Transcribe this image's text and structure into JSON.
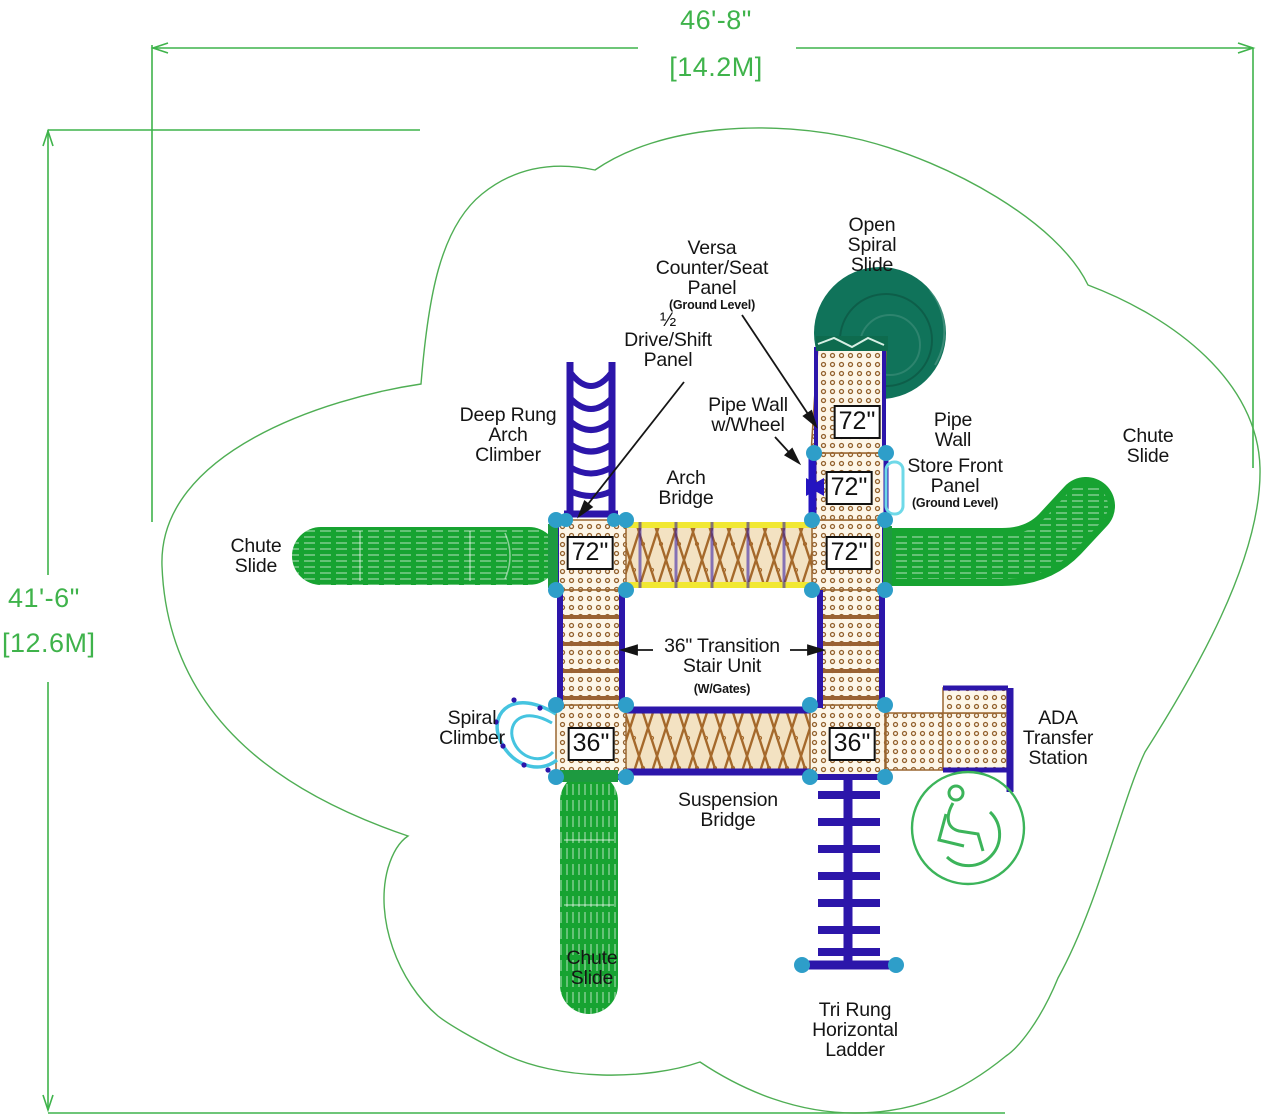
{
  "title": "Playground Layout Plan",
  "dimensions": {
    "width_ft": "46'-8\"",
    "width_m": "[14.2M]",
    "height_ft": "41'-6\"",
    "height_m": "[12.6M]"
  },
  "labels": {
    "open_spiral_slide": {
      "lines": [
        "Open",
        "Spiral",
        "Slide"
      ]
    },
    "versa_panel": {
      "lines": [
        "Versa",
        "Counter/Seat",
        "Panel"
      ],
      "note": "(Ground Level)"
    },
    "drive_shift": {
      "lines": [
        "½",
        "Drive/Shift",
        "Panel"
      ]
    },
    "deep_rung": {
      "lines": [
        "Deep Rung",
        "Arch",
        "Climber"
      ]
    },
    "pipe_wall_wheel": {
      "lines": [
        "Pipe Wall",
        "w/Wheel"
      ]
    },
    "pipe_wall": {
      "lines": [
        "Pipe",
        "Wall"
      ]
    },
    "store_front": {
      "lines": [
        "Store Front",
        "Panel"
      ],
      "note": "(Ground Level)"
    },
    "chute_slide_right": {
      "lines": [
        "Chute",
        "Slide"
      ]
    },
    "chute_slide_left": {
      "lines": [
        "Chute",
        "Slide"
      ]
    },
    "chute_slide_bottom": {
      "lines": [
        "Chute",
        "Slide"
      ]
    },
    "arch_bridge": {
      "lines": [
        "Arch",
        "Bridge"
      ]
    },
    "transition_stair": {
      "lines": [
        "36\" Transition",
        "Stair Unit"
      ],
      "note": "(W/Gates)"
    },
    "spiral_climber": {
      "lines": [
        "Spiral",
        "Climber"
      ]
    },
    "ada_transfer": {
      "lines": [
        "ADA",
        "Transfer",
        "Station"
      ]
    },
    "suspension_bridge": {
      "lines": [
        "Suspension",
        "Bridge"
      ]
    },
    "tri_rung": {
      "lines": [
        "Tri Rung",
        "Horizontal",
        "Ladder"
      ]
    }
  },
  "deck_labels": {
    "d72_left": "72\"",
    "d72_mid": "72\"",
    "d72_upper": "72\"",
    "d72_top": "72\"",
    "d36_left": "36\"",
    "d36_right": "36\""
  },
  "colors": {
    "dimension_green": "#3fb34b",
    "slide_green": "#17a331",
    "spiral_slide_teal": "#10735a",
    "structure_indigo": "#2c16aa",
    "post_cyan": "#2e9ec9",
    "deck_tan": "#fdf6e8",
    "deck_dot_brown": "#92602c",
    "bridge_yellow": "#f1e832",
    "ada_symbol_green": "#3cb45a",
    "label_black": "#151515"
  }
}
